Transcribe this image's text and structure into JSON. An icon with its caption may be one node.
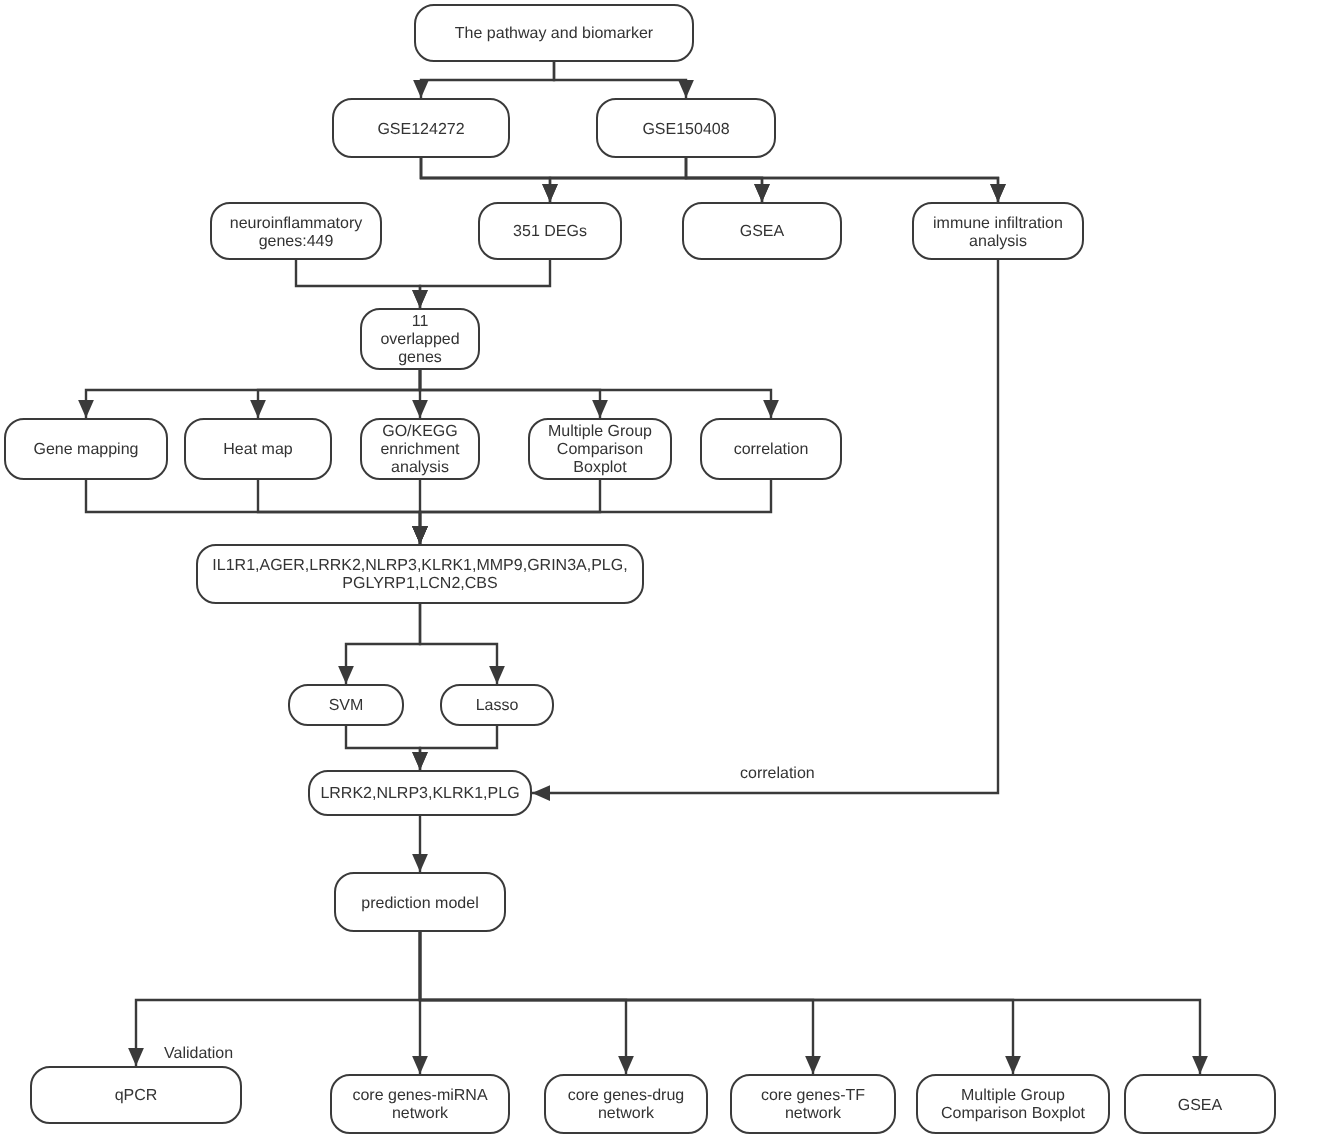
{
  "diagram": {
    "nodes": [
      {
        "text": [
          "The pathway and biomarker"
        ]
      },
      {
        "text": [
          "GSE124272"
        ]
      },
      {
        "text": [
          "GSE150408"
        ]
      },
      {
        "text": [
          "neuroinflammatory genes:449"
        ]
      },
      {
        "text": [
          "351 DEGs"
        ]
      },
      {
        "text": [
          "GSEA"
        ]
      },
      {
        "text": [
          "immune infiltration analysis"
        ]
      },
      {
        "text": [
          "11 overlapped genes"
        ]
      },
      {
        "text": [
          "Gene mapping"
        ]
      },
      {
        "text": [
          "Heat map"
        ]
      },
      {
        "text": [
          "GO/KEGG enrichment analysis"
        ]
      },
      {
        "text": [
          "Multiple Group Comparison Boxplot"
        ]
      },
      {
        "text": [
          "correlation"
        ]
      },
      {
        "text": [
          "IL1R1,AGER,LRRK2,NLRP3,KLRK1,MMP9,GRIN3A,PLG, PGLYRP1,LCN2,CBS"
        ]
      },
      {
        "text": [
          "SVM"
        ]
      },
      {
        "text": [
          "Lasso"
        ]
      },
      {
        "text": [
          "LRRK2,NLRP3,KLRK1,PLG"
        ]
      },
      {
        "text": [
          "prediction model"
        ]
      },
      {
        "text": [
          "qPCR"
        ]
      },
      {
        "text": [
          "core genes-miRNA network"
        ]
      },
      {
        "text": [
          "core genes-drug network"
        ]
      },
      {
        "text": [
          "core genes-TF network"
        ]
      },
      {
        "text": [
          "Multiple Group Comparison Boxplot"
        ]
      },
      {
        "text": [
          "GSEA"
        ]
      }
    ],
    "edges": [
      {
        "from": 0,
        "to": 1,
        "arrow": "to"
      },
      {
        "from": 0,
        "to": 2,
        "arrow": "to"
      },
      {
        "from": 1,
        "to": 4,
        "arrow": "to"
      },
      {
        "from": 1,
        "to": 5,
        "arrow": "to"
      },
      {
        "from": 1,
        "to": 6,
        "arrow": "to"
      },
      {
        "from": 2,
        "to": 4,
        "arrow": "to"
      },
      {
        "from": 2,
        "to": 5,
        "arrow": "to"
      },
      {
        "from": 2,
        "to": 6,
        "arrow": "to"
      },
      {
        "from": 3,
        "to": 7,
        "arrow": "to"
      },
      {
        "from": 4,
        "to": 7,
        "arrow": "to"
      },
      {
        "from": 7,
        "to": 8,
        "arrow": "to"
      },
      {
        "from": 7,
        "to": 9,
        "arrow": "to"
      },
      {
        "from": 7,
        "to": 10,
        "arrow": "to"
      },
      {
        "from": 7,
        "to": 11,
        "arrow": "to"
      },
      {
        "from": 7,
        "to": 12,
        "arrow": "to"
      },
      {
        "from": 8,
        "to": 13,
        "arrow": "to"
      },
      {
        "from": 9,
        "to": 13,
        "arrow": "to"
      },
      {
        "from": 10,
        "to": 13,
        "arrow": "to"
      },
      {
        "from": 11,
        "to": 13,
        "arrow": "to"
      },
      {
        "from": 12,
        "to": 13,
        "arrow": "to"
      },
      {
        "from": 13,
        "to": 14,
        "arrow": "to"
      },
      {
        "from": 13,
        "to": 15,
        "arrow": "to"
      },
      {
        "from": 14,
        "to": 16,
        "arrow": "to"
      },
      {
        "from": 15,
        "to": 16,
        "arrow": "to"
      },
      {
        "from": 6,
        "to": 16,
        "arrow": "to",
        "label": "correlation"
      },
      {
        "from": 17,
        "to": 18,
        "arrow": "to",
        "label": "Validation"
      },
      {
        "from": 17,
        "to": 19,
        "arrow": "to"
      },
      {
        "from": 17,
        "to": 20,
        "arrow": "to"
      },
      {
        "from": 17,
        "to": 21,
        "arrow": "to"
      },
      {
        "from": 17,
        "to": 22,
        "arrow": "to"
      },
      {
        "from": 17,
        "to": 23,
        "arrow": "to"
      },
      {
        "from": 16,
        "to": 17,
        "arrow": "to"
      }
    ]
  }
}
